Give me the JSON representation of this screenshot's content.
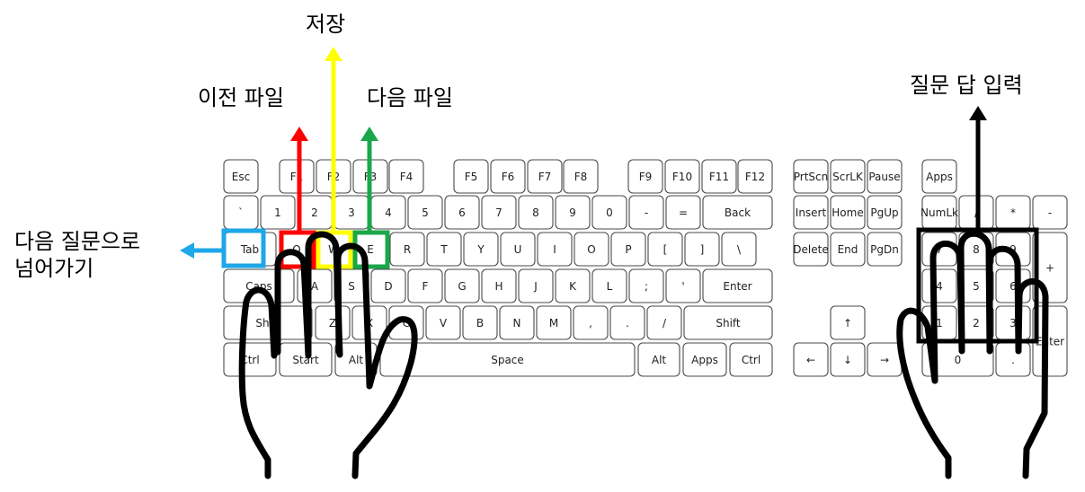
{
  "annotations": {
    "save": "저장",
    "prev_file": "이전 파일",
    "next_file": "다음 파일",
    "next_question_line1": "다음 질문으로",
    "next_question_line2": "넘어가기",
    "answer_input": "질문 답 입력"
  },
  "colors": {
    "save": "#ffff00",
    "prev_file": "#ff0000",
    "next_file": "#1aa64a",
    "next_question": "#1ea7e9",
    "answer_input": "#000000",
    "hands": "#000000"
  },
  "keys": {
    "function_row": [
      "Esc",
      "F1",
      "F2",
      "F3",
      "F4",
      "F5",
      "F6",
      "F7",
      "F8",
      "F9",
      "F10",
      "F11",
      "F12"
    ],
    "number_row": [
      "`",
      "1",
      "2",
      "3",
      "4",
      "5",
      "6",
      "7",
      "8",
      "9",
      "0",
      "-",
      "=",
      "Back"
    ],
    "tab_row": [
      "Tab",
      "Q",
      "W",
      "E",
      "R",
      "T",
      "Y",
      "U",
      "I",
      "O",
      "P",
      "[",
      "]",
      "\\"
    ],
    "caps_row": [
      "Caps",
      "A",
      "S",
      "D",
      "F",
      "G",
      "H",
      "J",
      "K",
      "L",
      ";",
      "'",
      "Enter"
    ],
    "shift_row": [
      "Shift",
      "Z",
      "X",
      "C",
      "V",
      "B",
      "N",
      "M",
      ",",
      ".",
      "/",
      "Shift"
    ],
    "bottom_row": [
      "Ctrl",
      "Start",
      "Alt",
      "Space",
      "Alt",
      "Apps",
      "Ctrl"
    ],
    "system": [
      "PrtScn",
      "ScrLK",
      "Pause"
    ],
    "nav": [
      "Insert",
      "Home",
      "PgUp",
      "Delete",
      "End",
      "PgDn"
    ],
    "arrows": [
      "↑",
      "←",
      "↓",
      "→"
    ],
    "apps_extra": "Apps",
    "numpad": [
      "NumLk",
      "/",
      "*",
      "-",
      "7",
      "8",
      "9",
      "+",
      "4",
      "5",
      "6",
      "1",
      "2",
      "3",
      "Enter",
      "0",
      "."
    ]
  }
}
